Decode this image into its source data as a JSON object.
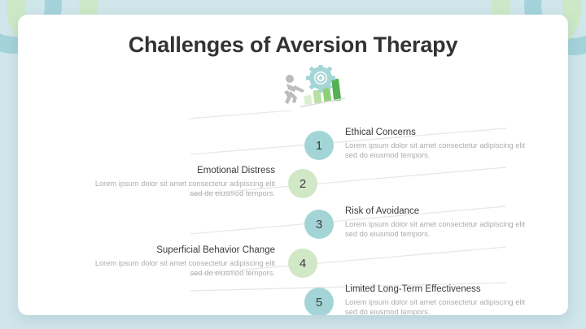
{
  "slide": {
    "title": "Challenges of Aversion Therapy",
    "background_color": "#cfe6ea",
    "card_color": "#ffffff",
    "accent_teal": "#a3d5d6",
    "accent_green": "#d0e8c5",
    "title_color": "#333333",
    "body_text_color": "#acacac"
  },
  "icon": {
    "name": "person-pushing-growth-bars-gear-icon",
    "bar_colors": [
      "#d9efcf",
      "#b7e0a2",
      "#8ed07a",
      "#55b054"
    ],
    "gear_color": "#a3d5d6",
    "person_color": "#bdbdbd"
  },
  "steps": [
    {
      "number": "1",
      "title": "Ethical Concerns",
      "body": "Lorem ipsum dolor sit amet consectetur adipiscing elit sed do eiusmod tempors.",
      "side": "right",
      "color": "teal"
    },
    {
      "number": "2",
      "title": "Emotional Distress",
      "body": "Lorem ipsum dolor sit amet consectetur adipiscing elit sed do eiusmod tempors.",
      "side": "left",
      "color": "green"
    },
    {
      "number": "3",
      "title": "Risk of Avoidance",
      "body": "Lorem ipsum dolor sit amet consectetur adipiscing elit sed do eiusmod tempors.",
      "side": "right",
      "color": "teal"
    },
    {
      "number": "4",
      "title": "Superficial Behavior Change",
      "body": "Lorem ipsum dolor sit amet consectetur adipiscing elit sed do eiusmod tempors.",
      "side": "left",
      "color": "green"
    },
    {
      "number": "5",
      "title": "Limited Long-Term Effectiveness",
      "body": "Lorem ipsum dolor sit amet consectetur adipiscing elit sed do eiusmod tempors.",
      "side": "right",
      "color": "teal"
    }
  ]
}
